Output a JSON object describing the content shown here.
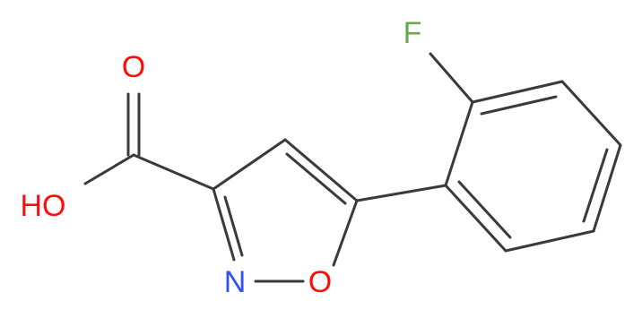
{
  "molecule": {
    "atoms": {
      "oxygen_carbonyl": {
        "symbol": "O",
        "color": "#ff0d0d"
      },
      "hydroxyl": {
        "symbol": "HO",
        "color": "#ff0d0d"
      },
      "ring_nitrogen": {
        "symbol": "N",
        "color": "#3050f8"
      },
      "ring_oxygen": {
        "symbol": "O",
        "color": "#ff0d0d"
      },
      "fluorine": {
        "symbol": "F",
        "color": "#6aa84f"
      }
    },
    "bond_color": "#3a3a3a"
  }
}
